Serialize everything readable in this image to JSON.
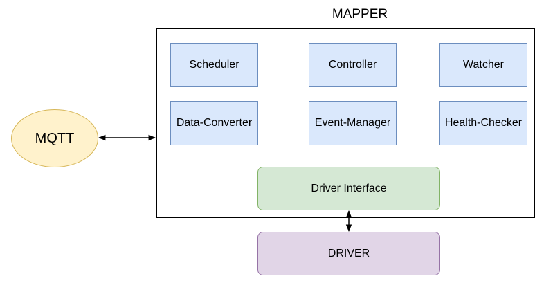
{
  "diagram": {
    "title": "MAPPER",
    "modules": {
      "scheduler": "Scheduler",
      "controller": "Controller",
      "watcher": "Watcher",
      "data_converter": "Data-Converter",
      "event_manager": "Event-Manager",
      "health_checker": "Health-Checker"
    },
    "driver_interface": "Driver Interface",
    "driver": "DRIVER",
    "mqtt": "MQTT",
    "colors": {
      "module_fill": "#dae8fc",
      "module_stroke": "#6c8ebf",
      "driver_interface_fill": "#d5e8d4",
      "driver_fill": "#e1d5e7",
      "mqtt_fill": "#fff2cc"
    }
  }
}
